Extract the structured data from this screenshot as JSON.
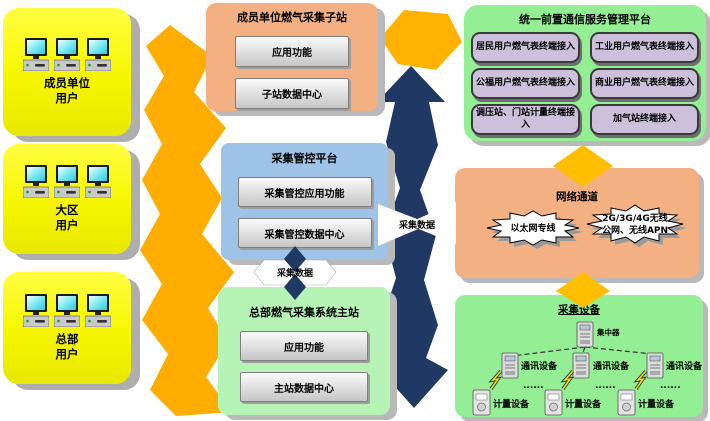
{
  "user_groups": [
    {
      "line1": "成员单位",
      "line2": "用户"
    },
    {
      "line1": "大区",
      "line2": "用户"
    },
    {
      "line1": "总部",
      "line2": "用户"
    }
  ],
  "substation": {
    "title": "成员单位燃气采集子站",
    "items": [
      "应用功能",
      "子站数据中心"
    ]
  },
  "control_platform": {
    "title": "采集管控平台",
    "items": [
      "采集管控应用功能",
      "采集管控数据中心"
    ]
  },
  "master_station": {
    "title": "总部燃气采集系统主站",
    "items": [
      "应用功能",
      "主站数据中心"
    ]
  },
  "comm_platform": {
    "title": "统一前置通信服务管理平台",
    "terminals": [
      "居民用户燃气表终端接入",
      "工业用户燃气表终端接入",
      "公福用户燃气表终端接入",
      "商业用户燃气表终端接入",
      "调压站、门站计量终端接入",
      "加气站终端接入"
    ]
  },
  "network": {
    "title": "网络通道",
    "channel1": "以太网专线",
    "channel2_line1": "2G/3G/4G无线",
    "channel2_line2": "公网、无线APN"
  },
  "collection_devices": {
    "title": "采集设备",
    "concentrator": "集中器",
    "comm_device": "通讯设备",
    "meter_device": "计量设备",
    "ellipsis": "......"
  },
  "flows": {
    "collect_data": "采集数据"
  },
  "colors": {
    "user_box": "#F6F600",
    "substation_box": "#F3B183",
    "control_box": "#9DC3E6",
    "master_box": "#B5F4B5",
    "green_box": "#94EE94",
    "network_box": "#F3B183",
    "terminal_box": "#CCC0DA",
    "arrow_orange": "#FFAD00",
    "arrow_navy": "#1F3864",
    "diamond_yellow": "#FFBE00"
  }
}
